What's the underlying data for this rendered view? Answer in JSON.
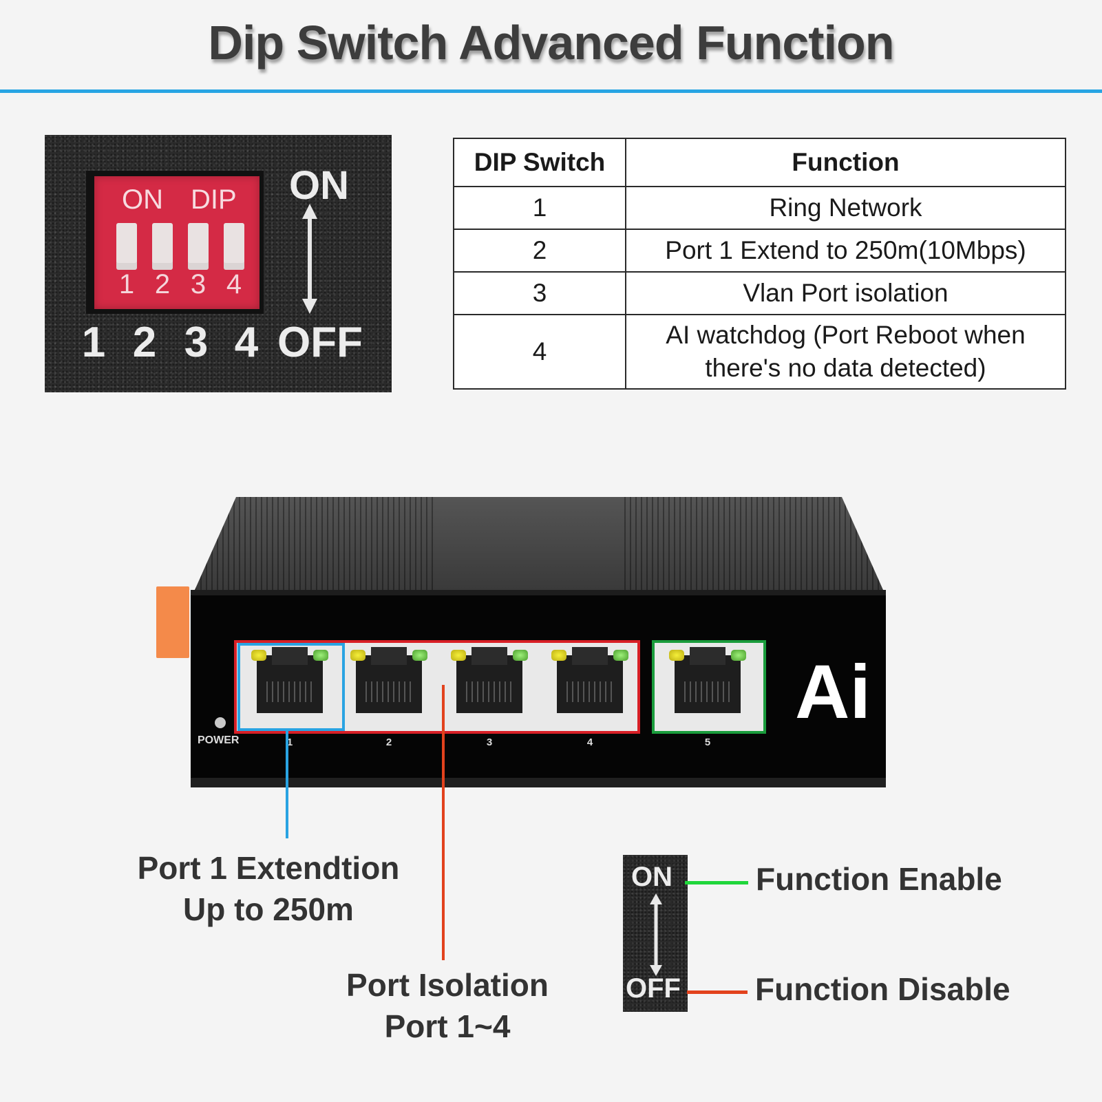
{
  "title": "Dip Switch Advanced Function",
  "colors": {
    "title_rule": "#27a4e3",
    "dip_body": "#d42a45",
    "port1_frame": "#29a3e2",
    "isolation_frame": "#d81f26",
    "port5_frame": "#1a9c3c",
    "enable_line": "#1fd63a",
    "disable_line": "#e2421d"
  },
  "dip_photo": {
    "body_labels": [
      "ON",
      "DIP"
    ],
    "body_numbers": [
      "1",
      "2",
      "3",
      "4"
    ],
    "panel_numbers": [
      "1",
      "2",
      "3",
      "4"
    ],
    "on_label": "ON",
    "off_label": "OFF",
    "arrow_icon": "up-down-arrow"
  },
  "table": {
    "headers": [
      "DIP Switch",
      "Function"
    ],
    "rows": [
      {
        "switch": "1",
        "function": "Ring Network"
      },
      {
        "switch": "2",
        "function": "Port 1 Extend to 250m(10Mbps)"
      },
      {
        "switch": "3",
        "function": "Vlan Port isolation"
      },
      {
        "switch": "4",
        "function": "AI watchdog (Port Reboot when there's no data detected)"
      }
    ]
  },
  "device": {
    "power_label": "POWER",
    "ports": [
      "1",
      "2",
      "3",
      "4",
      "5"
    ],
    "logo": "Ai"
  },
  "callouts": {
    "port1": {
      "line1": "Port 1 Extendtion",
      "line2": "Up to 250m"
    },
    "isolation": {
      "line1": "Port Isolation",
      "line2": "Port 1~4"
    }
  },
  "legend": {
    "on_label": "ON",
    "off_label": "OFF",
    "enable": "Function Enable",
    "disable": "Function Disable"
  }
}
